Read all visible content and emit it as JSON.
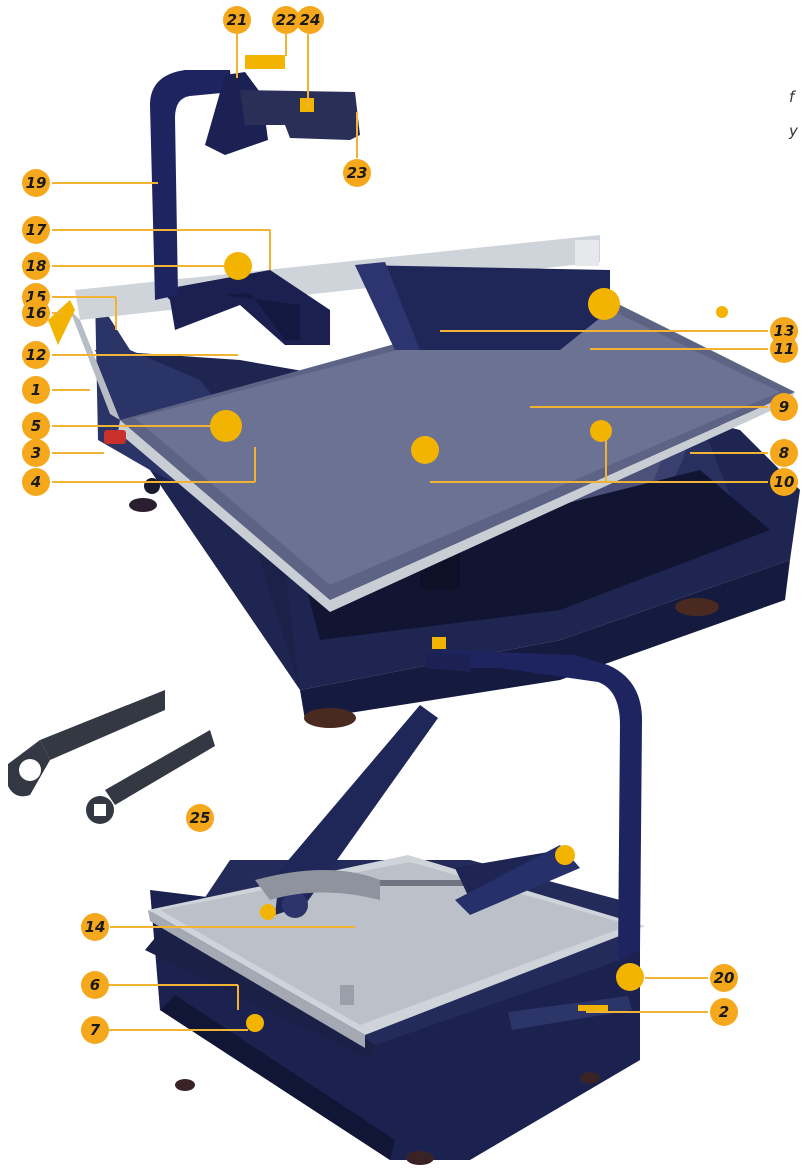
{
  "colors": {
    "accent": "#f5a81c",
    "leader": "#f2b233",
    "body_navy": "#232b5a",
    "table_silver": "#b8bcc4",
    "knob_yellow": "#f2b400"
  },
  "top_left_text": [
    "f",
    "y"
  ],
  "callouts": [
    "21",
    "22",
    "24",
    "23",
    "19",
    "17",
    "18",
    "15",
    "16",
    "12",
    "13",
    "11",
    "1",
    "9",
    "5",
    "3",
    "8",
    "4",
    "10",
    "25",
    "14",
    "6",
    "20",
    "7",
    "2"
  ],
  "image_semantics": [
    "tile-saw-icon",
    "wrench-icon"
  ]
}
